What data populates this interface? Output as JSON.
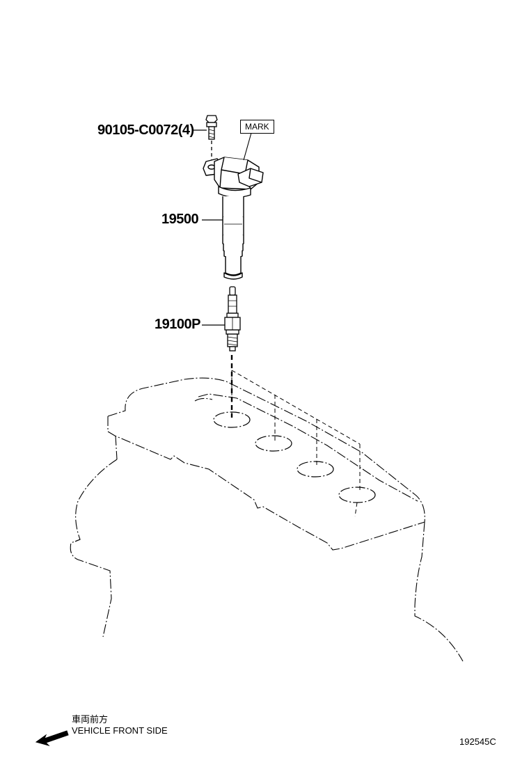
{
  "labels": {
    "bolt": "90105-C0072(4)",
    "mark": "MARK",
    "coil": "19500",
    "plug": "19100P",
    "front_jp": "車両前方",
    "front_en": "VEHICLE FRONT SIDE",
    "drawing_id": "192545C"
  },
  "icons": {
    "front_arrow": "arrow-left-down-icon"
  },
  "colors": {
    "line": "#000000",
    "background": "#ffffff"
  }
}
